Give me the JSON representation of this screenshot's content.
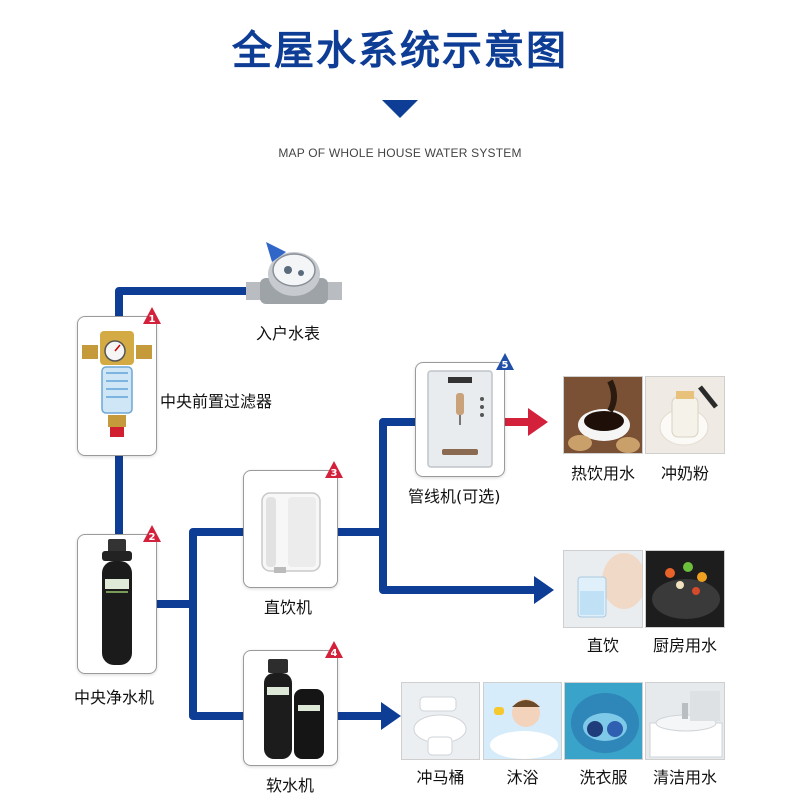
{
  "header": {
    "title": "全屋水系统示意图",
    "subtitle": "MAP OF WHOLE HOUSE WATER SYSTEM"
  },
  "colors": {
    "pipe": "#0e3d96",
    "hot_pipe": "#d4213b",
    "badge_red": "#d4213b",
    "badge_blue": "#1f4fa8"
  },
  "devices": {
    "meter": {
      "label": "入户水表"
    },
    "prefilter": {
      "label": "中央前置过滤器",
      "badge": "1"
    },
    "purifier": {
      "label": "中央净水机",
      "badge": "2"
    },
    "drinker": {
      "label": "直饮机",
      "badge": "3"
    },
    "softener": {
      "label": "软水机",
      "badge": "4"
    },
    "pipeline": {
      "label": "管线机(可选)",
      "badge": "5"
    }
  },
  "uses": {
    "hot_drink": "热饮用水",
    "formula": "冲奶粉",
    "direct": "直饮",
    "kitchen": "厨房用水",
    "toilet": "冲马桶",
    "bath": "沐浴",
    "laundry": "洗衣服",
    "cleaning": "清洁用水"
  },
  "icons": {
    "meter": "water-meter-icon",
    "prefilter": "prefilter-icon",
    "purifier": "purifier-tank-icon",
    "drinker": "direct-drink-machine-icon",
    "softener": "water-softener-icon",
    "pipeline": "pipeline-dispenser-icon"
  }
}
